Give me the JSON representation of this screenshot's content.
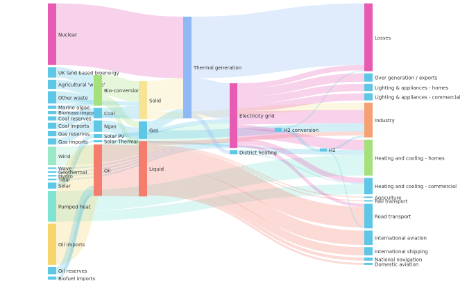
{
  "chart_data": {
    "type": "sankey",
    "nodes": [
      {
        "id": "nuclear",
        "label": "Nuclear",
        "color": "#e75bb2",
        "column": 0
      },
      {
        "id": "uk_bio",
        "label": "UK land based bioenergy",
        "color": "#5ec7e6",
        "column": 0
      },
      {
        "id": "agri_waste",
        "label": "Agricultural 'waste'",
        "color": "#5ec7e6",
        "column": 0
      },
      {
        "id": "other_waste",
        "label": "Other waste",
        "color": "#5ec7e6",
        "column": 0
      },
      {
        "id": "marine_algae",
        "label": "Marine algae",
        "color": "#5ec7e6",
        "column": 0
      },
      {
        "id": "bio_imports",
        "label": "Biomass imports",
        "color": "#5ec7e6",
        "column": 0
      },
      {
        "id": "coal_reserves",
        "label": "Coal reserves",
        "color": "#5ec7e6",
        "column": 0
      },
      {
        "id": "coal_imports",
        "label": "Coal imports",
        "color": "#5ec7e6",
        "column": 0
      },
      {
        "id": "gas_reserves",
        "label": "Gas reserves",
        "color": "#5ec7e6",
        "column": 0
      },
      {
        "id": "gas_imports",
        "label": "Gas imports",
        "color": "#5ec7e6",
        "column": 0
      },
      {
        "id": "wind",
        "label": "Wind",
        "color": "#9be8c8",
        "column": 0
      },
      {
        "id": "wave",
        "label": "Wave",
        "color": "#5ec7e6",
        "column": 0
      },
      {
        "id": "geothermal",
        "label": "Geothermal",
        "color": "#5ec7e6",
        "column": 0
      },
      {
        "id": "hydro",
        "label": "Hydro",
        "color": "#5ec7e6",
        "column": 0
      },
      {
        "id": "tidal",
        "label": "Tidal",
        "color": "#5ec7e6",
        "column": 0
      },
      {
        "id": "solar",
        "label": "Solar",
        "color": "#5ec7e6",
        "column": 0
      },
      {
        "id": "pumped_heat",
        "label": "Pumped heat",
        "color": "#7fe3d3",
        "column": 0
      },
      {
        "id": "oil_imports",
        "label": "Oil imports",
        "color": "#f6d36b",
        "column": 0
      },
      {
        "id": "oil_reserves",
        "label": "Oil reserves",
        "color": "#5ec7e6",
        "column": 0
      },
      {
        "id": "biofuel_imports",
        "label": "Biofuel imports",
        "color": "#5ec7e6",
        "column": 0
      },
      {
        "id": "bio_conversion",
        "label": "Bio-conversion",
        "color": "#a6e07a",
        "column": 1
      },
      {
        "id": "coal",
        "label": "Coal",
        "color": "#5ec7e6",
        "column": 1
      },
      {
        "id": "ngas",
        "label": "Ngas",
        "color": "#5ec7e6",
        "column": 1
      },
      {
        "id": "solar_pv",
        "label": "Solar PV",
        "color": "#5ec7e6",
        "column": 1
      },
      {
        "id": "solar_thermal",
        "label": "Solar Thermal",
        "color": "#5ec7e6",
        "column": 1
      },
      {
        "id": "oil",
        "label": "Oil",
        "color": "#f57d6e",
        "column": 1
      },
      {
        "id": "solid",
        "label": "Solid",
        "color": "#f6e393",
        "column": 2
      },
      {
        "id": "gas",
        "label": "Gas",
        "color": "#5ec7e6",
        "column": 2
      },
      {
        "id": "liquid",
        "label": "Liquid",
        "color": "#f57d6e",
        "column": 2
      },
      {
        "id": "thermal_gen",
        "label": "Thermal generation",
        "color": "#90b8f4",
        "column": 3
      },
      {
        "id": "electricity_grid",
        "label": "Electricity grid",
        "color": "#e75bb2",
        "column": 4
      },
      {
        "id": "district_heating",
        "label": "District heating",
        "color": "#5ec7e6",
        "column": 4
      },
      {
        "id": "h2_conversion",
        "label": "H2 conversion",
        "color": "#5ec7e6",
        "column": 5
      },
      {
        "id": "h2",
        "label": "H2",
        "color": "#5ec7e6",
        "column": 6
      },
      {
        "id": "losses",
        "label": "Losses",
        "color": "#e75bb2",
        "column": 7
      },
      {
        "id": "over_gen",
        "label": "Over generation / exports",
        "color": "#5ec7e6",
        "column": 7
      },
      {
        "id": "light_homes",
        "label": "Lighting & appliances - homes",
        "color": "#5ec7e6",
        "column": 7
      },
      {
        "id": "light_comm",
        "label": "Lighting & appliances - commercial",
        "color": "#5ec7e6",
        "column": 7
      },
      {
        "id": "industry",
        "label": "Industry",
        "color": "#f4a273",
        "column": 7
      },
      {
        "id": "heat_homes",
        "label": "Heating and cooling - homes",
        "color": "#a6e07a",
        "column": 7
      },
      {
        "id": "heat_comm",
        "label": "Heating and cooling - commercial",
        "color": "#5ec7e6",
        "column": 7
      },
      {
        "id": "agriculture",
        "label": "Agriculture",
        "color": "#5ec7e6",
        "column": 7
      },
      {
        "id": "rail",
        "label": "Rail transport",
        "color": "#5ec7e6",
        "column": 7
      },
      {
        "id": "road",
        "label": "Road transport",
        "color": "#5ec7e6",
        "column": 7
      },
      {
        "id": "intl_aviation",
        "label": "International aviation",
        "color": "#5ec7e6",
        "column": 7
      },
      {
        "id": "intl_shipping",
        "label": "International shipping",
        "color": "#5ec7e6",
        "column": 7
      },
      {
        "id": "national_nav",
        "label": "National navigation",
        "color": "#5ec7e6",
        "column": 7
      },
      {
        "id": "domestic_aviation",
        "label": "Domestic aviation",
        "color": "#5ec7e6",
        "column": 7
      }
    ],
    "links": [
      {
        "source": "nuclear",
        "target": "thermal_gen",
        "value": 60
      },
      {
        "source": "uk_bio",
        "target": "bio_conversion",
        "value": 10
      },
      {
        "source": "agri_waste",
        "target": "bio_conversion",
        "value": 9
      },
      {
        "source": "other_waste",
        "target": "bio_conversion",
        "value": 8
      },
      {
        "source": "other_waste",
        "target": "solid",
        "value": 4
      },
      {
        "source": "marine_algae",
        "target": "bio_conversion",
        "value": 3
      },
      {
        "source": "bio_imports",
        "target": "solid",
        "value": 3
      },
      {
        "source": "coal_reserves",
        "target": "coal",
        "value": 4
      },
      {
        "source": "coal_imports",
        "target": "coal",
        "value": 6
      },
      {
        "source": "gas_reserves",
        "target": "ngas",
        "value": 5
      },
      {
        "source": "gas_imports",
        "target": "ngas",
        "value": 6
      },
      {
        "source": "wind",
        "target": "electricity_grid",
        "value": 18
      },
      {
        "source": "wave",
        "target": "electricity_grid",
        "value": 1.5
      },
      {
        "source": "geothermal",
        "target": "electricity_grid",
        "value": 1.5
      },
      {
        "source": "hydro",
        "target": "electricity_grid",
        "value": 1.5
      },
      {
        "source": "tidal",
        "target": "electricity_grid",
        "value": 1.5
      },
      {
        "source": "solar",
        "target": "solar_pv",
        "value": 4
      },
      {
        "source": "solar",
        "target": "solar_thermal",
        "value": 2
      },
      {
        "source": "pumped_heat",
        "target": "heat_homes",
        "value": 20
      },
      {
        "source": "pumped_heat",
        "target": "heat_comm",
        "value": 10
      },
      {
        "source": "oil_imports",
        "target": "oil",
        "value": 40
      },
      {
        "source": "oil_reserves",
        "target": "oil",
        "value": 7
      },
      {
        "source": "biofuel_imports",
        "target": "oil",
        "value": 3
      },
      {
        "source": "bio_conversion",
        "target": "solid",
        "value": 20
      },
      {
        "source": "bio_conversion",
        "target": "gas",
        "value": 6
      },
      {
        "source": "bio_conversion",
        "target": "liquid",
        "value": 4
      },
      {
        "source": "coal",
        "target": "solid",
        "value": 10
      },
      {
        "source": "ngas",
        "target": "gas",
        "value": 11
      },
      {
        "source": "solar_pv",
        "target": "electricity_grid",
        "value": 4
      },
      {
        "source": "solar_thermal",
        "target": "heat_homes",
        "value": 2
      },
      {
        "source": "oil",
        "target": "liquid",
        "value": 50
      },
      {
        "source": "solid",
        "target": "thermal_gen",
        "value": 30
      },
      {
        "source": "solid",
        "target": "industry",
        "value": 7
      },
      {
        "source": "gas",
        "target": "thermal_gen",
        "value": 9
      },
      {
        "source": "gas",
        "target": "industry",
        "value": 8
      },
      {
        "source": "liquid",
        "target": "road",
        "value": 20
      },
      {
        "source": "liquid",
        "target": "intl_aviation",
        "value": 14
      },
      {
        "source": "liquid",
        "target": "intl_shipping",
        "value": 8
      },
      {
        "source": "liquid",
        "target": "industry",
        "value": 4
      },
      {
        "source": "liquid",
        "target": "national_nav",
        "value": 3
      },
      {
        "source": "liquid",
        "target": "domestic_aviation",
        "value": 2
      },
      {
        "source": "liquid",
        "target": "agriculture",
        "value": 1
      },
      {
        "source": "liquid",
        "target": "rail",
        "value": 1
      },
      {
        "source": "thermal_gen",
        "target": "losses",
        "value": 60
      },
      {
        "source": "thermal_gen",
        "target": "electricity_grid",
        "value": 35
      },
      {
        "source": "thermal_gen",
        "target": "district_heating",
        "value": 4
      },
      {
        "source": "electricity_grid",
        "target": "over_gen",
        "value": 8
      },
      {
        "source": "electricity_grid",
        "target": "light_homes",
        "value": 7
      },
      {
        "source": "electricity_grid",
        "target": "light_comm",
        "value": 7
      },
      {
        "source": "electricity_grid",
        "target": "industry",
        "value": 13
      },
      {
        "source": "electricity_grid",
        "target": "heat_homes",
        "value": 10
      },
      {
        "source": "electricity_grid",
        "target": "heat_comm",
        "value": 5
      },
      {
        "source": "electricity_grid",
        "target": "h2_conversion",
        "value": 4
      },
      {
        "source": "electricity_grid",
        "target": "losses",
        "value": 5
      },
      {
        "source": "electricity_grid",
        "target": "road",
        "value": 3
      },
      {
        "source": "district_heating",
        "target": "heat_homes",
        "value": 3
      },
      {
        "source": "district_heating",
        "target": "heat_comm",
        "value": 1
      },
      {
        "source": "h2_conversion",
        "target": "h2",
        "value": 3
      },
      {
        "source": "h2_conversion",
        "target": "losses",
        "value": 1
      },
      {
        "source": "h2",
        "target": "industry",
        "value": 2
      },
      {
        "source": "h2",
        "target": "road",
        "value": 1
      }
    ]
  }
}
